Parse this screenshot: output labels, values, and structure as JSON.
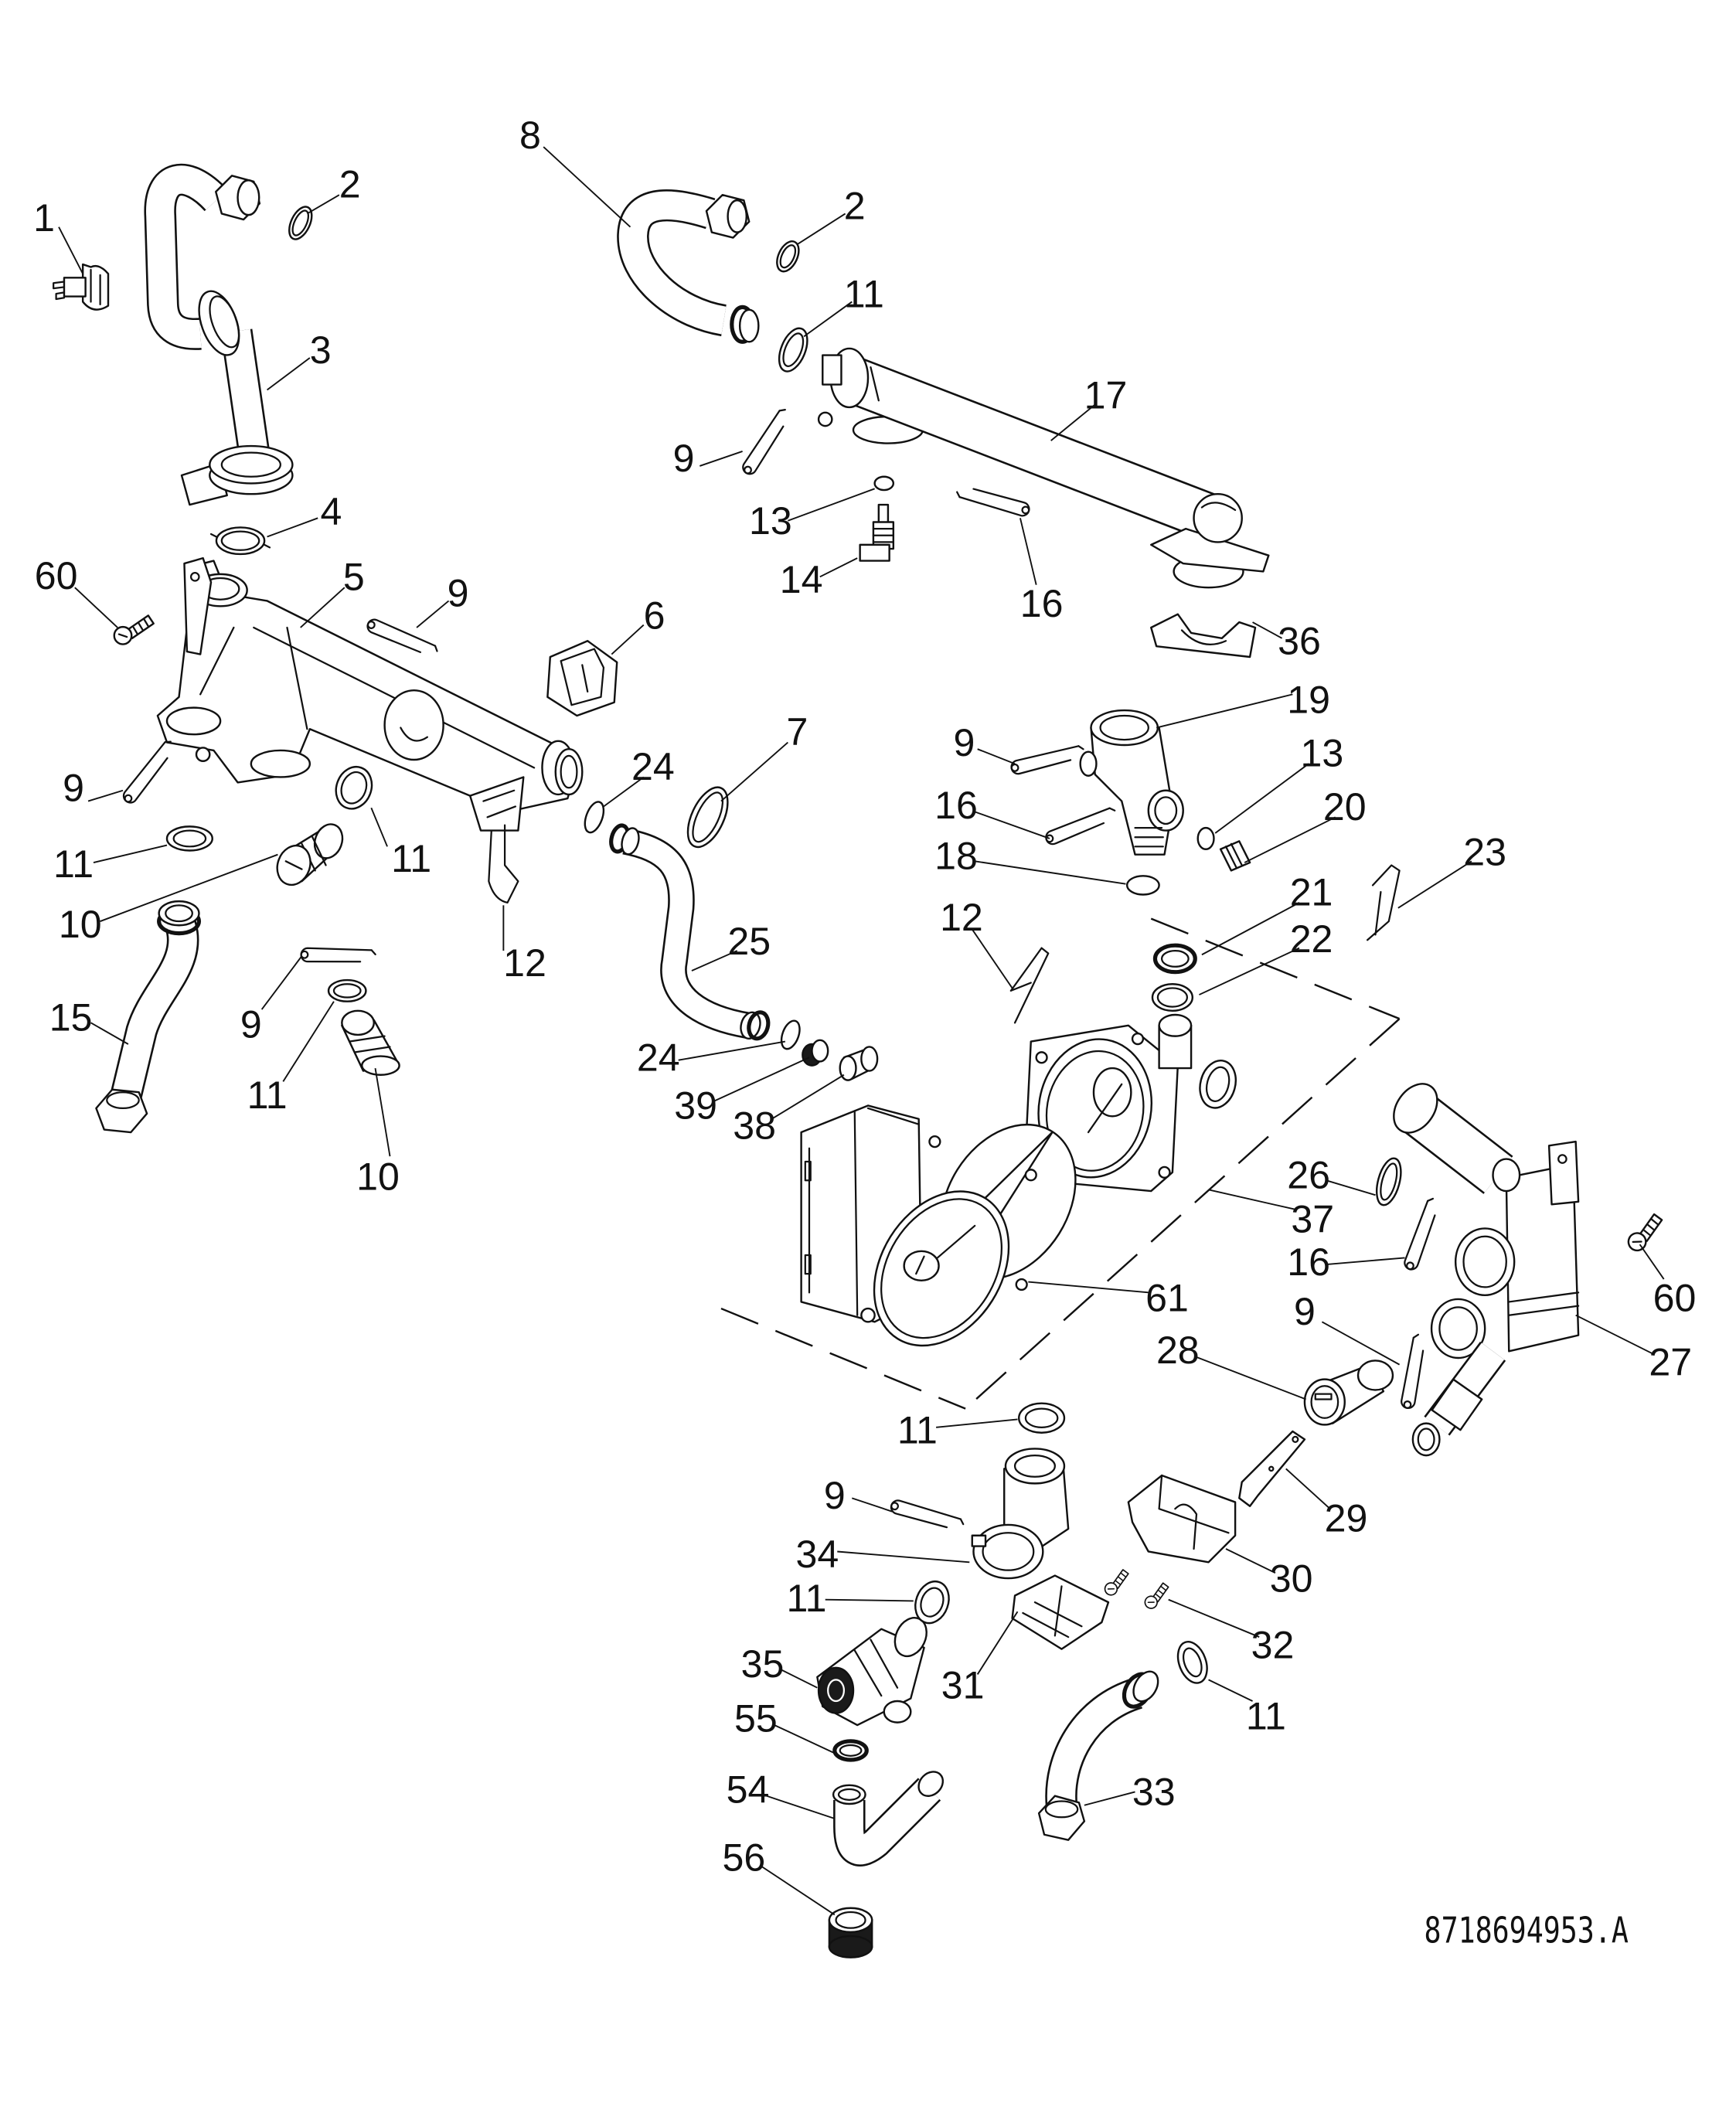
{
  "diagram": {
    "kind": "exploded parts diagram",
    "drawing_number": "8718694953.A",
    "callouts": [
      {
        "label": "1"
      },
      {
        "label": "2"
      },
      {
        "label": "3"
      },
      {
        "label": "4"
      },
      {
        "label": "60"
      },
      {
        "label": "5"
      },
      {
        "label": "9"
      },
      {
        "label": "6"
      },
      {
        "label": "8"
      },
      {
        "label": "2"
      },
      {
        "label": "11"
      },
      {
        "label": "17"
      },
      {
        "label": "9"
      },
      {
        "label": "13"
      },
      {
        "label": "14"
      },
      {
        "label": "16"
      },
      {
        "label": "36"
      },
      {
        "label": "19"
      },
      {
        "label": "9"
      },
      {
        "label": "13"
      },
      {
        "label": "16"
      },
      {
        "label": "20"
      },
      {
        "label": "18"
      },
      {
        "label": "23"
      },
      {
        "label": "21"
      },
      {
        "label": "12"
      },
      {
        "label": "22"
      },
      {
        "label": "9"
      },
      {
        "label": "11"
      },
      {
        "label": "11"
      },
      {
        "label": "24"
      },
      {
        "label": "7"
      },
      {
        "label": "10"
      },
      {
        "label": "12"
      },
      {
        "label": "25"
      },
      {
        "label": "15"
      },
      {
        "label": "9"
      },
      {
        "label": "11"
      },
      {
        "label": "10"
      },
      {
        "label": "24"
      },
      {
        "label": "39"
      },
      {
        "label": "38"
      },
      {
        "label": "26"
      },
      {
        "label": "37"
      },
      {
        "label": "16"
      },
      {
        "label": "60"
      },
      {
        "label": "61"
      },
      {
        "label": "9"
      },
      {
        "label": "28"
      },
      {
        "label": "27"
      },
      {
        "label": "11"
      },
      {
        "label": "29"
      },
      {
        "label": "9"
      },
      {
        "label": "34"
      },
      {
        "label": "30"
      },
      {
        "label": "11"
      },
      {
        "label": "32"
      },
      {
        "label": "35"
      },
      {
        "label": "31"
      },
      {
        "label": "11"
      },
      {
        "label": "55"
      },
      {
        "label": "54"
      },
      {
        "label": "33"
      },
      {
        "label": "56"
      }
    ]
  }
}
